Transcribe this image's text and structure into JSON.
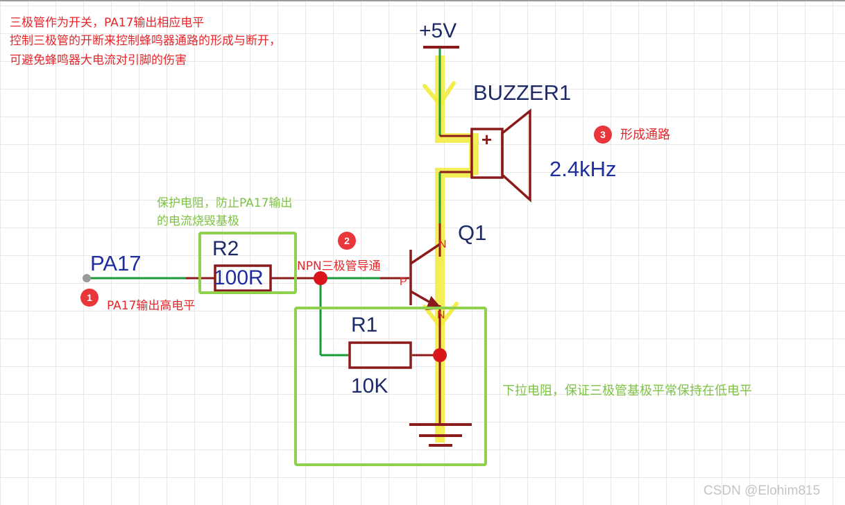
{
  "intro_note": {
    "line1": "三极管作为开关，PA17输出相应电平",
    "line2": "控制三极管的开断来控制蜂鸣器通路的形成与断开，",
    "line3": "可避免蜂鸣器大电流对引脚的伤害"
  },
  "power": {
    "label": "+5V"
  },
  "buzzer": {
    "name": "BUZZER1",
    "plus": "+",
    "freq": "2.4kHz"
  },
  "transistor": {
    "name": "Q1",
    "pin_collector": "N",
    "pin_base": "P",
    "pin_emitter": "N"
  },
  "r2": {
    "name": "R2",
    "value": "100R"
  },
  "r1": {
    "name": "R1",
    "value": "10K"
  },
  "net": {
    "pa17": "PA17"
  },
  "callouts": {
    "step1_num": "1",
    "step1_text": "PA17输出高电平",
    "step2_num": "2",
    "step2_text": "NPN三极管导通",
    "step3_num": "3",
    "step3_text": "形成通路"
  },
  "notes": {
    "r2_line1": "保护电阻，防止PA17输出",
    "r2_line2": "的电流烧毁基极",
    "r1": "下拉电阻，保证三极管基极平常保持在低电平"
  },
  "watermark": "CSDN @Elohim815",
  "colors": {
    "wire_green": "#1a9a3a",
    "component_dark_red": "#8b1a1a",
    "highlight_yellow": "#f2ec3a",
    "annotation_red": "#e5272c",
    "annotation_green": "#7dc243",
    "label_blue": "#1e2e9e"
  }
}
